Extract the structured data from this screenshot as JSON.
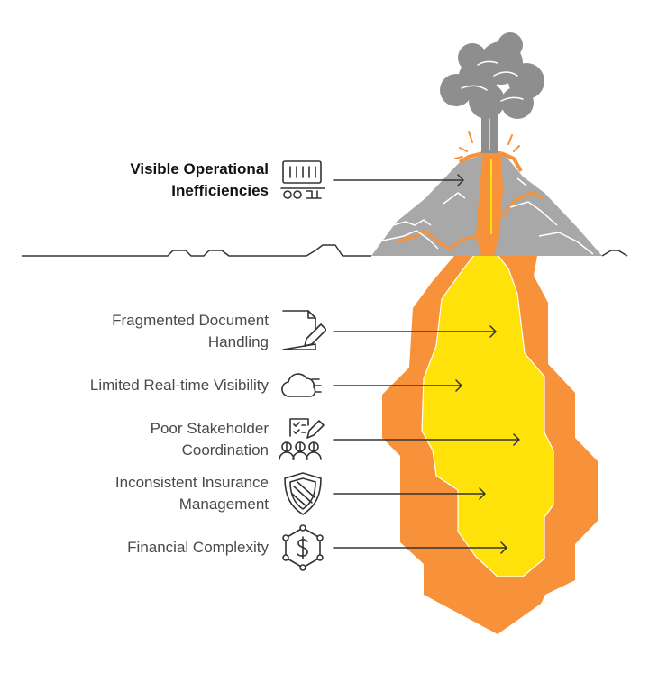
{
  "colors": {
    "magma_outer": "#F7923A",
    "magma_inner": "#FFE20A",
    "rock": "#A8A8A8",
    "smoke": "#8E8E8E",
    "lava": "#F7923A",
    "text_dark": "#111111",
    "text_muted": "#4A4A4A",
    "line": "#333333"
  },
  "items": [
    {
      "lines": [
        "Visible Operational",
        "Inefficiencies"
      ],
      "icon": "conveyor-cart-icon",
      "emphasis": true
    },
    {
      "lines": [
        "Fragmented Document",
        "Handling"
      ],
      "icon": "document-edit-icon",
      "emphasis": false
    },
    {
      "lines": [
        "Limited Real-time Visibility"
      ],
      "icon": "cloud-fog-icon",
      "emphasis": false
    },
    {
      "lines": [
        "Poor Stakeholder",
        "Coordination"
      ],
      "icon": "group-checklist-icon",
      "emphasis": false
    },
    {
      "lines": [
        "Inconsistent Insurance",
        "Management"
      ],
      "icon": "shield-icon",
      "emphasis": false
    },
    {
      "lines": [
        "Financial Complexity"
      ],
      "icon": "dollar-network-icon",
      "emphasis": false
    }
  ]
}
